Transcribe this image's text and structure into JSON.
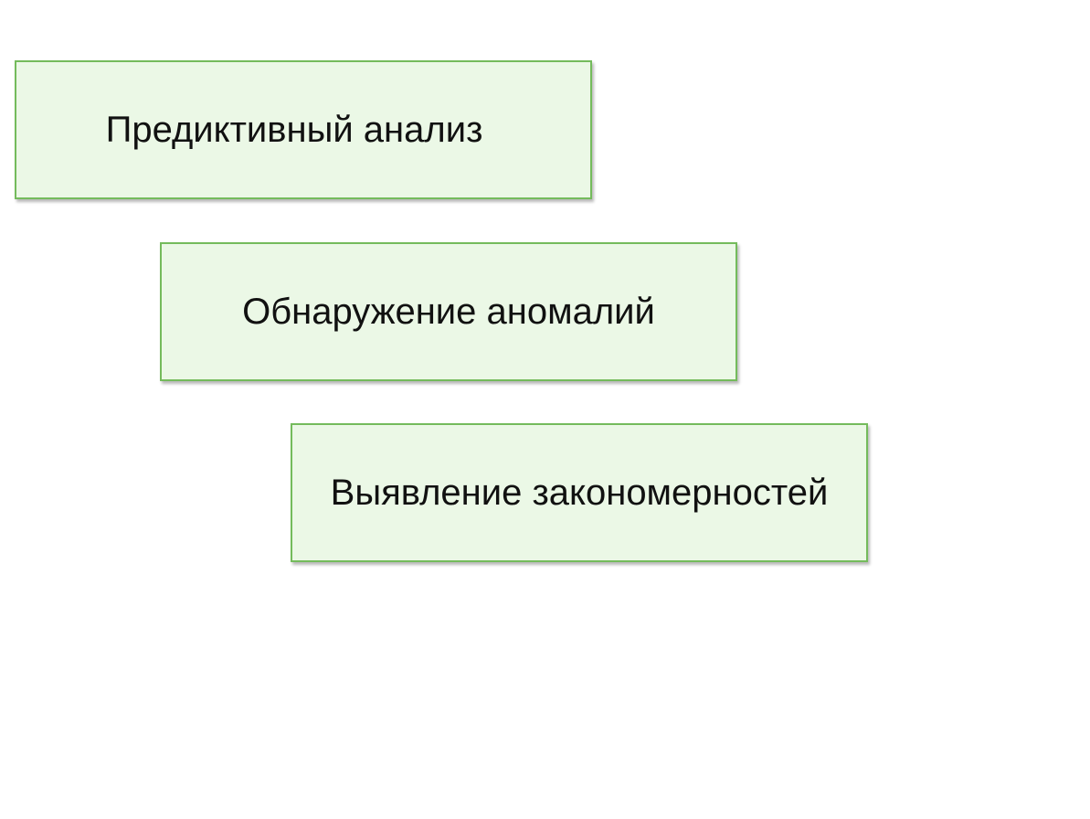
{
  "items": [
    {
      "label": "Предиктивный анализ"
    },
    {
      "label": "Обнаружение аномалий"
    },
    {
      "label": "Выявление закономерностей"
    }
  ],
  "colors": {
    "box_fill": "#ebf8e6",
    "box_border": "#74bb5c",
    "text": "#111111",
    "background": "#ffffff"
  }
}
